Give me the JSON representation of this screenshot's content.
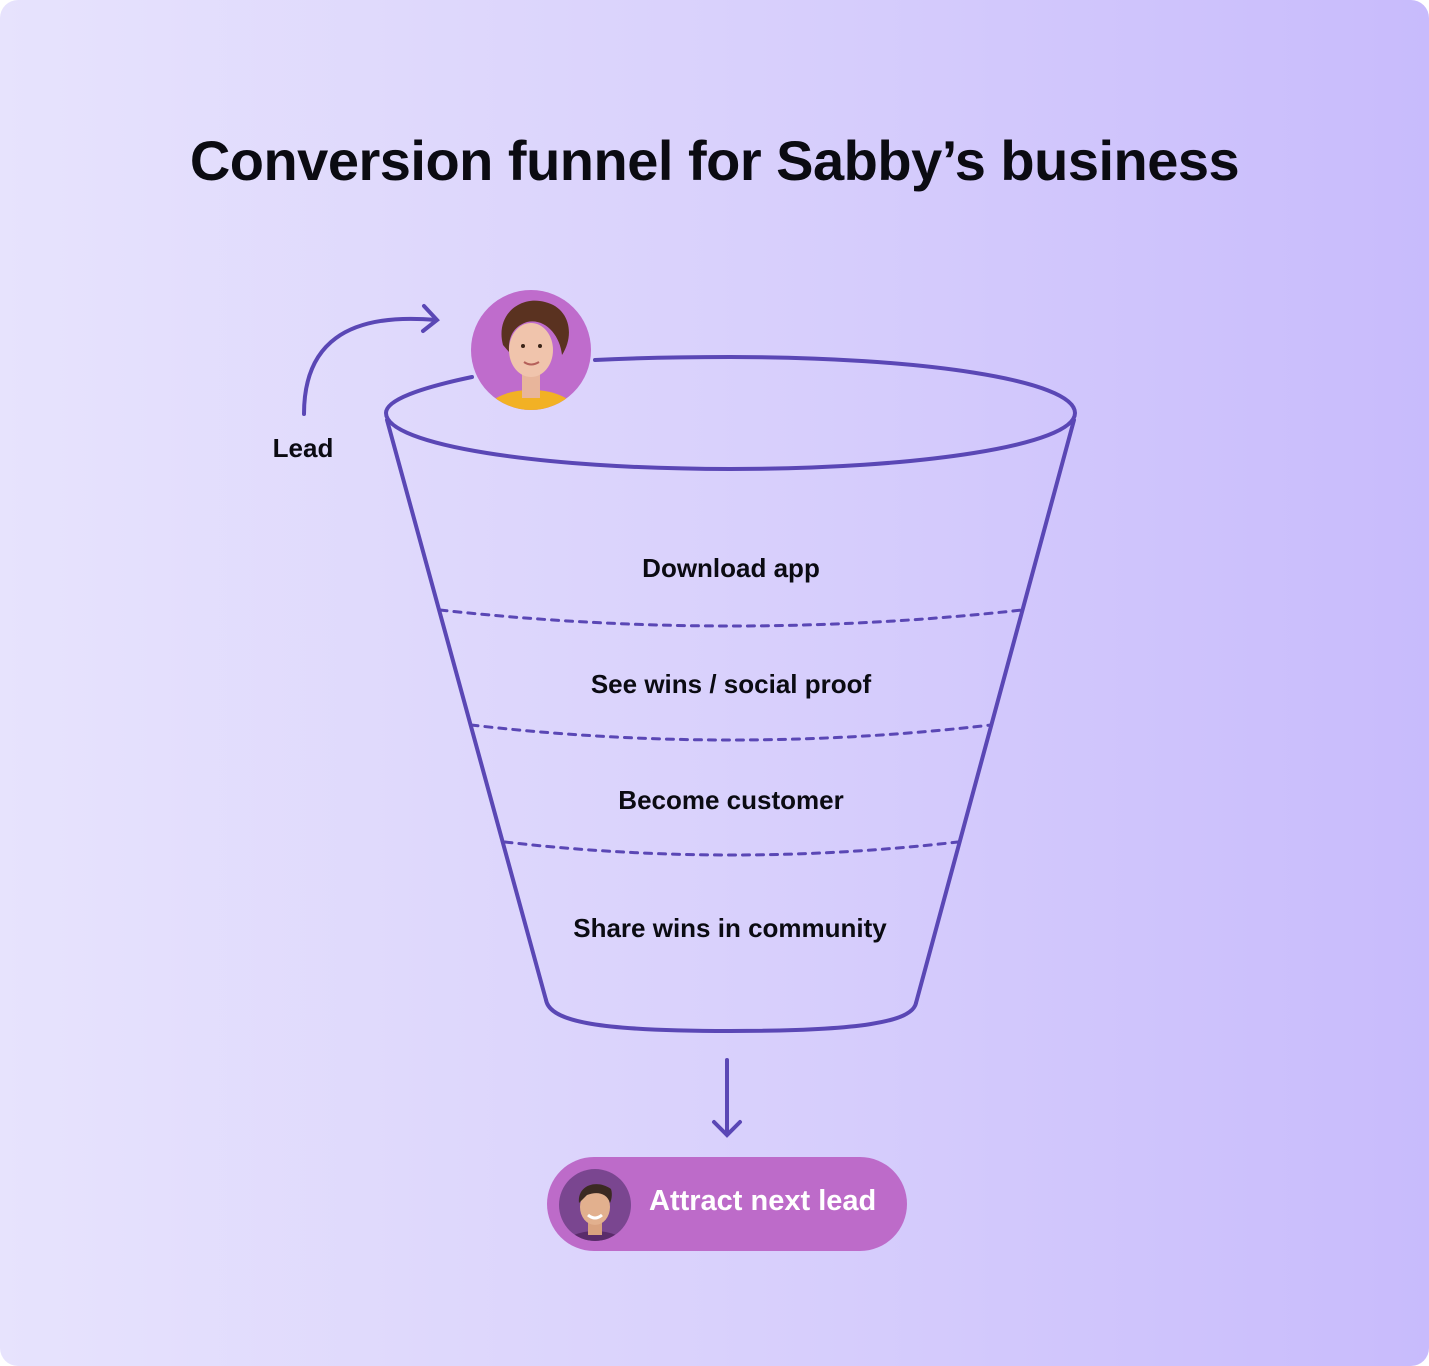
{
  "title": "Conversion funnel for Sabby’s business",
  "lead_label": "Lead",
  "stages": [
    {
      "label": "Download app"
    },
    {
      "label": "See wins / social proof"
    },
    {
      "label": "Become customer"
    },
    {
      "label": "Share wins in community"
    }
  ],
  "output": {
    "label": "Attract next lead"
  },
  "colors": {
    "stroke": "#5a47b5",
    "avatar_bg": "#bf6ccc",
    "pill": "#bd6bc9"
  }
}
